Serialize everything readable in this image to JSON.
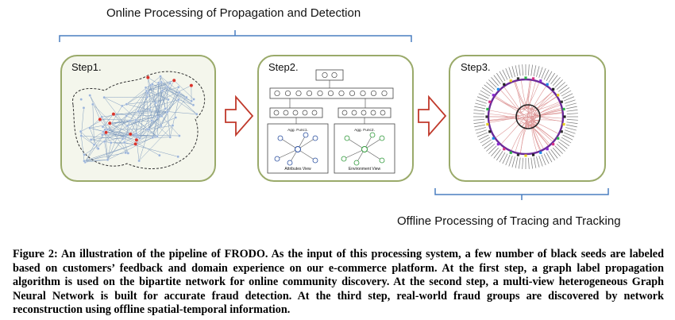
{
  "labels": {
    "top": "Online Processing of Propagation and Detection",
    "bottom": "Offline Processing of Tracing and Tracking"
  },
  "steps": [
    {
      "title": "Step1."
    },
    {
      "title": "Step2."
    },
    {
      "title": "Step3."
    }
  ],
  "step2": {
    "agg_left": "Agg. Func1.",
    "agg_right": "Agg. Func2.",
    "view_left": "Attributes View",
    "view_right": "Environment View"
  },
  "caption": "Figure 2: An illustration of the pipeline of FRODO. As the input of this processing system, a few number of black seeds are labeled based on customers’ feedback and domain experience on our e-commerce platform. At the first step, a graph label propagation algorithm is used on the bipartite network for online community discovery. At the second step, a multi-view heterogeneous Graph Neural Network is built for accurate fraud detection. At the third step, real-world fraud groups are discovered by network reconstruction using offline spatial-temporal information.",
  "colors": {
    "panel_border": "#9aaa6a",
    "panel_fill": "#f4f6ec",
    "arrow": "#c0392b",
    "bracket": "#4a7fc1",
    "graph_edge": "#5b7fb0"
  }
}
